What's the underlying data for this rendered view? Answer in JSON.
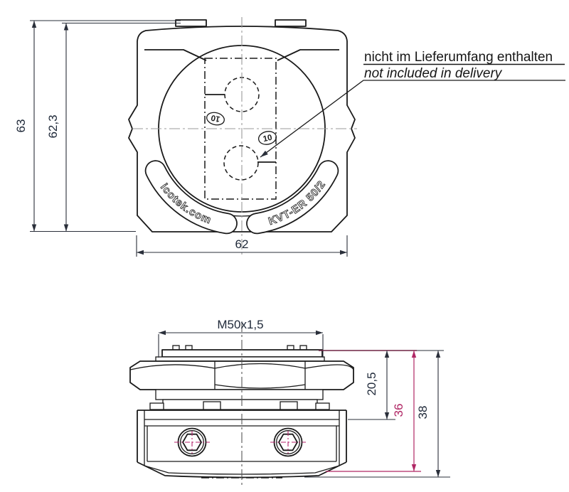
{
  "drawing": {
    "annotation": {
      "line1": "nicht im Lieferumfang enthalten",
      "line2": "not included in delivery"
    },
    "front_view": {
      "dim_total_height": "63",
      "dim_body_height": "62,3",
      "dim_width": "62",
      "brand_marking": "icotek.com",
      "product_marking": "KVT-ER 50/2",
      "grommet_size_top": "10",
      "grommet_size_bottom": "10"
    },
    "side_view": {
      "dim_thread": "M50x1,5",
      "dim_height_above_panel": "20,5",
      "dim_height_inner": "36",
      "dim_total_height": "38"
    },
    "colors": {
      "line": "#1a1a1a",
      "dim_text": "#1e2838",
      "accent_magenta": "#b02765",
      "accent_maroon": "#6e2444",
      "centerline_gray": "#999999"
    }
  }
}
